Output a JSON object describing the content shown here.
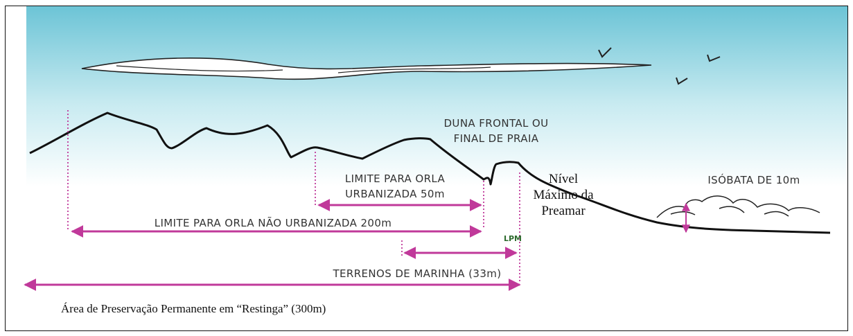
{
  "labels": {
    "duna_line1": "DUNA FRONTAL OU",
    "duna_line2": "FINAL DE PRAIA",
    "limite50_line1": "LIMITE PARA ORLA",
    "limite50_line2": "URBANIZADA 50m",
    "limite200": "LIMITE PARA ORLA NÃO URBANIZADA 200m",
    "isobata": "ISÓBATA DE 10m",
    "nivel_line1": "Nível",
    "nivel_line2": "Máximo da",
    "nivel_line3": "Preamar",
    "lpm": "LPM",
    "terrenos": "TERRENOS DE MARINHA (33m)",
    "app": "Área de Preservação Permanente em “Restinga” (300m)"
  },
  "colors": {
    "sky_top": "#6cc4d6",
    "sky_bottom": "#ffffff",
    "arrow": "#c0399a",
    "text_label": "#333333",
    "lpm": "#2e6b2e",
    "line": "#111111"
  }
}
